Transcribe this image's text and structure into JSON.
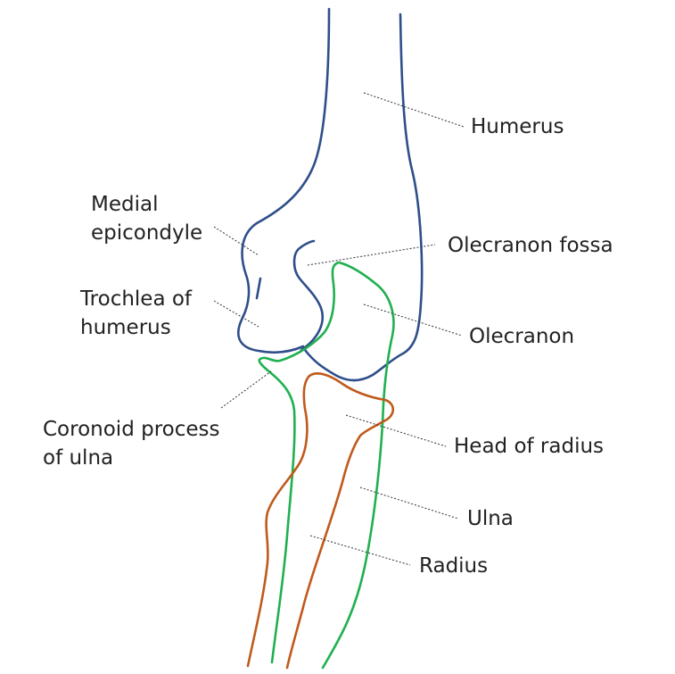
{
  "colors": {
    "humerus": "#2f4f8a",
    "ulna": "#20b050",
    "radius": "#c05a1c"
  },
  "labels": {
    "humerus": "Humerus",
    "medial_epicondyle_1": "Medial",
    "medial_epicondyle_2": "epicondyle",
    "olecranon_fossa": "Olecranon fossa",
    "trochlea_1": "Trochlea of",
    "trochlea_2": "humerus",
    "olecranon": "Olecranon",
    "coronoid_1": "Coronoid process",
    "coronoid_2": "of ulna",
    "head_of_radius": "Head of radius",
    "ulna": "Ulna",
    "radius": "Radius"
  }
}
